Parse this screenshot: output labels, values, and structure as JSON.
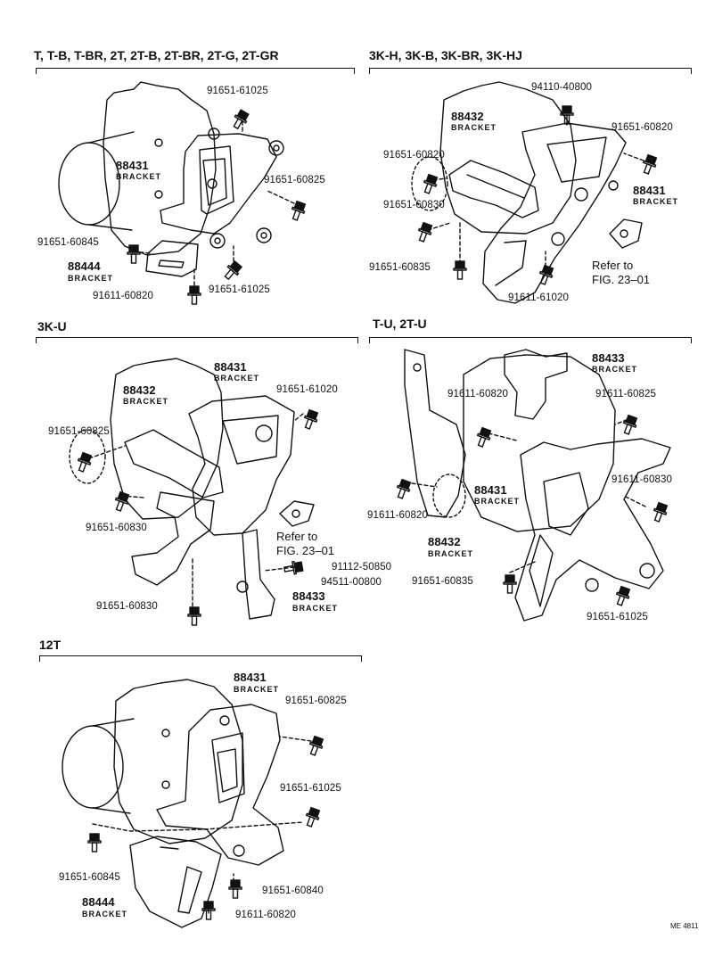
{
  "sections": [
    {
      "title": "T, T-B, T-BR, 2T, 2T-B, 2T-BR, 2T-G, 2T-GR"
    },
    {
      "title": "3K-H, 3K-B, 3K-BR, 3K-HJ"
    },
    {
      "title": "3K-U"
    },
    {
      "title": "T-U, 2T-U"
    },
    {
      "title": "12T"
    }
  ],
  "labels": {
    "s1": [
      "91651-61025",
      "88431",
      "BRACKET",
      "91651-60825",
      "91651-60845",
      "88444",
      "BRACKET",
      "91651-61025",
      "91611-60820"
    ],
    "s2": [
      "94110-40800",
      "88432",
      "BRACKET",
      "91651-60820",
      "91651-60820",
      "88431",
      "BRACKET",
      "91651-60830",
      "91651-60835",
      "Refer to",
      "FIG. 23–01",
      "91611-61020"
    ],
    "s3": [
      "88431",
      "BRACKET",
      "88432",
      "BRACKET",
      "91651-61020",
      "91651-60825",
      "91651-60830",
      "Refer to",
      "FIG. 23–01",
      "91112-50850",
      "94511-00800",
      "88433",
      "BRACKET",
      "91651-60830"
    ],
    "s4": [
      "88433",
      "BRACKET",
      "91611-60820",
      "91611-60825",
      "88431",
      "BRACKET",
      "91611-60830",
      "91611-60820",
      "88432",
      "BRACKET",
      "91651-60835",
      "91651-61025"
    ],
    "s5": [
      "88431",
      "BRACKET",
      "91651-60825",
      "91651-61025",
      "91651-60845",
      "91651-60840",
      "88444",
      "BRACKET",
      "91611-60820"
    ]
  },
  "footer": {
    "code": "ME 4811"
  },
  "icons": [
    "bolt-icon",
    "engine-outline",
    "bracket-part",
    "gasket-part"
  ]
}
